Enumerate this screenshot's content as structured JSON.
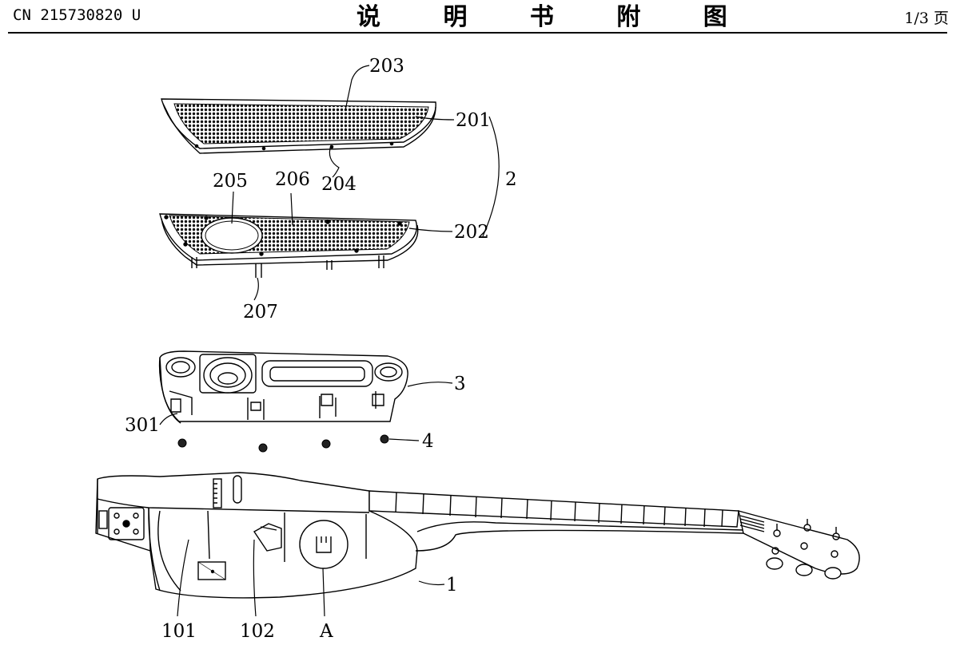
{
  "header": {
    "publication_number": "CN 215730820 U",
    "title": "说 明 书 附 图",
    "page": "1/3 页"
  },
  "figure": {
    "labels": {
      "l203": "203",
      "l201": "201",
      "l2": "2",
      "l204": "204",
      "l205": "205",
      "l206": "206",
      "l202": "202",
      "l207": "207",
      "l3": "3",
      "l301": "301",
      "l4": "4",
      "l1": "1",
      "l101": "101",
      "l102": "102",
      "lA": "A"
    }
  }
}
